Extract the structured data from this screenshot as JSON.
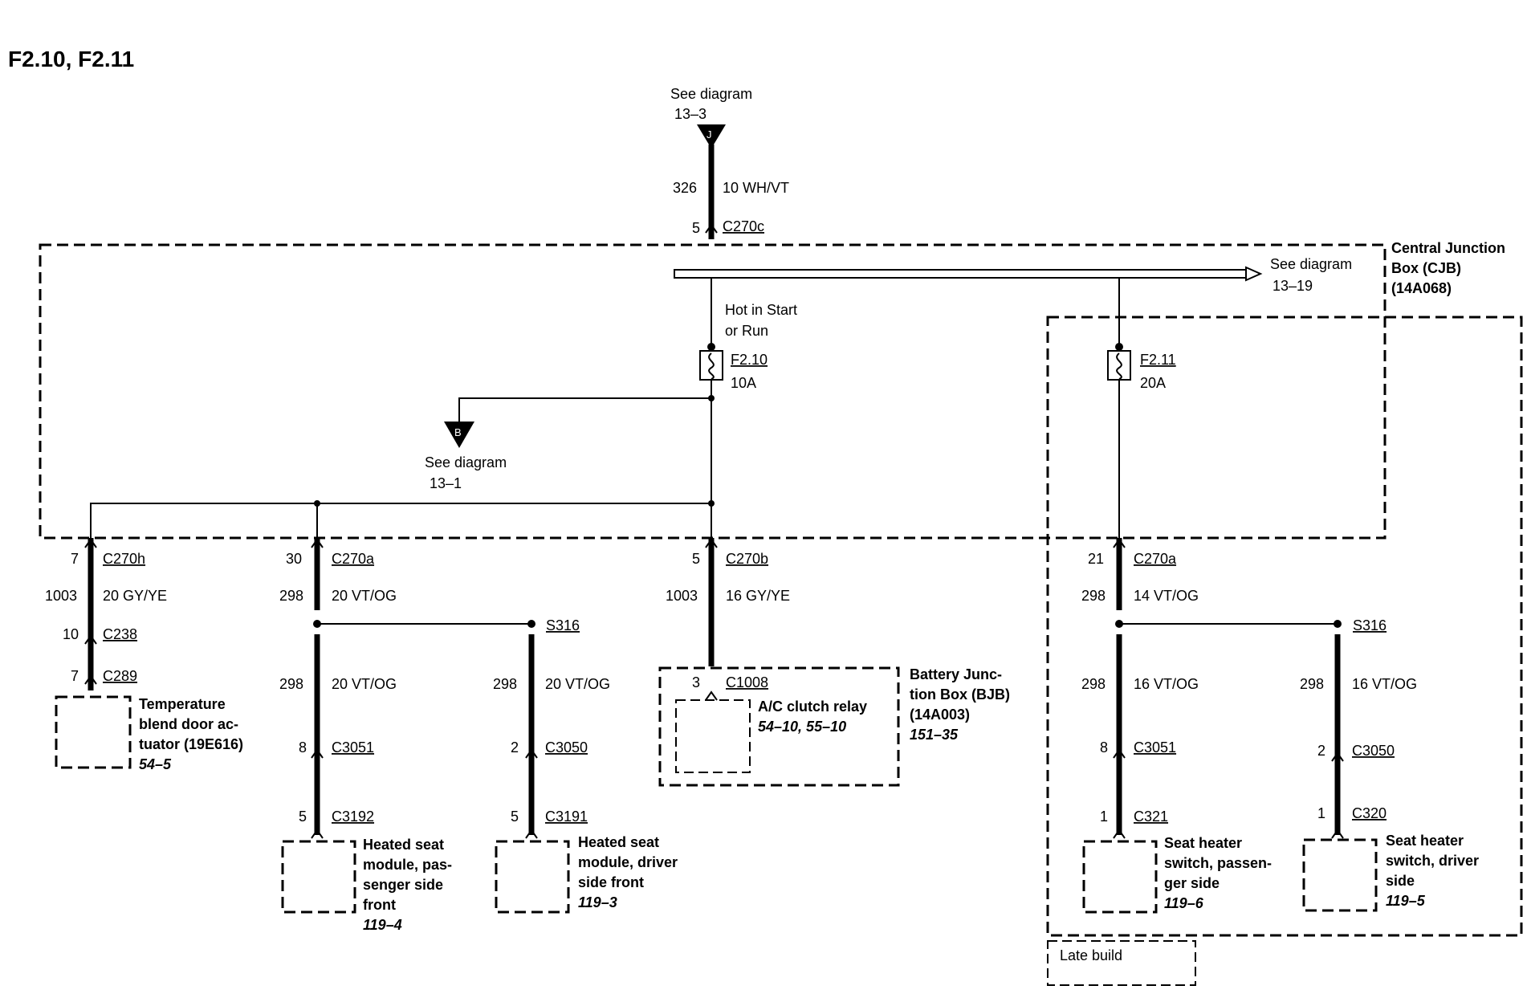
{
  "title": "F2.10, F2.11",
  "top_ref": {
    "line1": "See diagram",
    "line2": "13–3",
    "letter": "J"
  },
  "feed": {
    "circuit": "326",
    "wire": "10 WH/VT",
    "pin": "5",
    "connector": "C270c"
  },
  "cjb": {
    "line1": "Central Junction",
    "line2": "Box (CJB)",
    "line3": "(14A068)"
  },
  "bus_ref": {
    "line1": "See diagram",
    "line2": "13–19"
  },
  "hot_label": {
    "line1": "Hot in Start",
    "line2": "or Run"
  },
  "fuse_a": {
    "name": "F2.10",
    "rating": "10A"
  },
  "fuse_b": {
    "name": "F2.11",
    "rating": "20A"
  },
  "ref_b": {
    "letter": "B",
    "line1": "See diagram",
    "line2": "13–1"
  },
  "branch_temp": {
    "pin1": "7",
    "conn1": "C270h",
    "circuit": "1003",
    "wire": "20 GY/YE",
    "pin2": "10",
    "conn2": "C238",
    "pin3": "7",
    "conn3": "C289",
    "label": [
      "Temperature",
      "blend door ac-",
      "tuator (19E616)"
    ],
    "ref": "54–5"
  },
  "branch_seat": {
    "pin1": "30",
    "conn1": "C270a",
    "circuit": "298",
    "wire": "20 VT/OG",
    "splice": "S316",
    "left": {
      "circuit": "298",
      "wire": "20 VT/OG",
      "pin": "8",
      "conn": "C3051",
      "pin2": "5",
      "conn2": "C3192",
      "label": [
        "Heated seat",
        "module, pas-",
        "senger side",
        "front"
      ],
      "ref": "119–4"
    },
    "right": {
      "circuit": "298",
      "wire": "20 VT/OG",
      "pin": "2",
      "conn": "C3050",
      "pin2": "5",
      "conn2": "C3191",
      "label": [
        "Heated seat",
        "module, driver",
        "side front"
      ],
      "ref": "119–3"
    }
  },
  "branch_ac": {
    "pin1": "5",
    "conn1": "C270b",
    "circuit": "1003",
    "wire": "16 GY/YE",
    "pin2": "3",
    "conn2": "C1008",
    "relay": "A/C clutch relay",
    "relay_ref": "54–10, 55–10",
    "bjb": [
      "Battery Junc-",
      "tion Box (BJB)",
      "(14A003)"
    ],
    "bjb_ref": "151–35"
  },
  "branch_late": {
    "pin1": "21",
    "conn1": "C270a",
    "circuit": "298",
    "wire": "14 VT/OG",
    "splice": "S316",
    "left": {
      "circuit": "298",
      "wire": "16 VT/OG",
      "pin": "8",
      "conn": "C3051",
      "pin2": "1",
      "conn2": "C321",
      "label": [
        "Seat heater",
        "switch, passen-",
        "ger side"
      ],
      "ref": "119–6"
    },
    "right": {
      "circuit": "298",
      "wire": "16 VT/OG",
      "pin": "2",
      "conn": "C3050",
      "pin2": "1",
      "conn2": "C320",
      "label": [
        "Seat heater",
        "switch, driver",
        "side"
      ],
      "ref": "119–5"
    },
    "late_build": "Late build"
  }
}
